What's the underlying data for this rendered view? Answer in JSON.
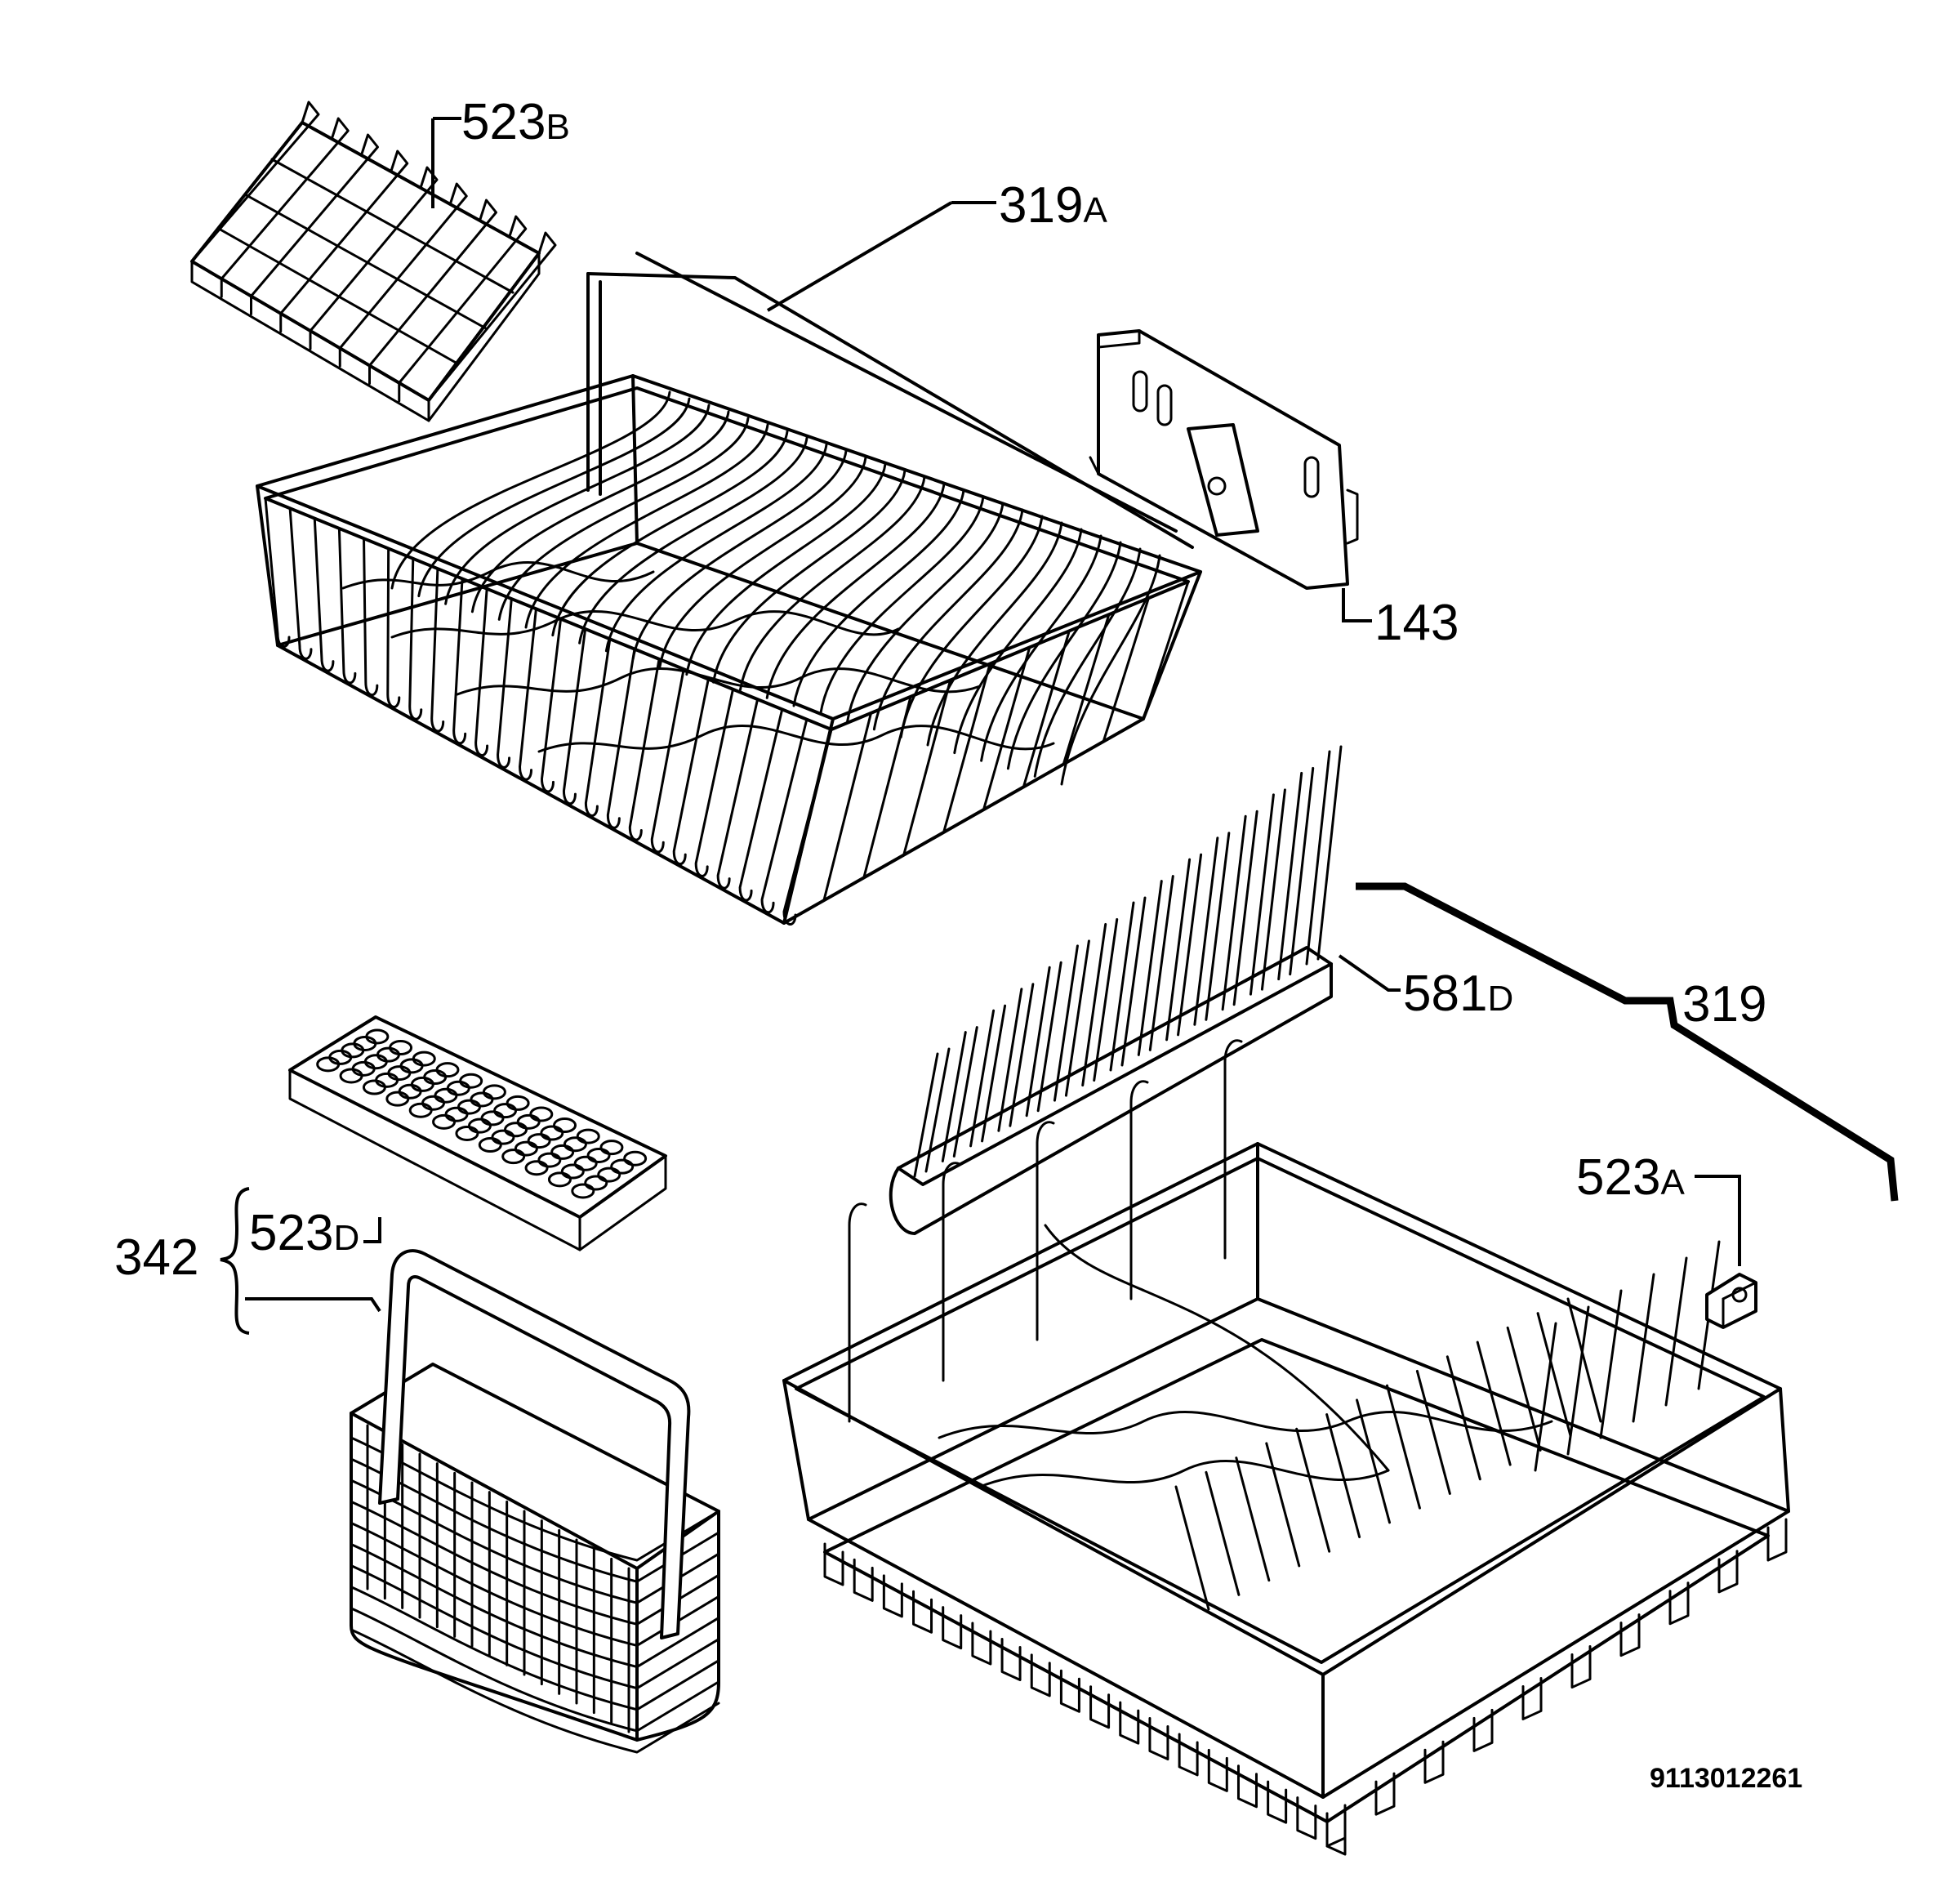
{
  "labels": {
    "l523b": {
      "num": "523",
      "suffix": "B"
    },
    "l319a": {
      "num": "319",
      "suffix": "A"
    },
    "l143": {
      "num": "143",
      "suffix": ""
    },
    "l581d": {
      "num": "581",
      "suffix": "D"
    },
    "l319": {
      "num": "319",
      "suffix": ""
    },
    "l523a": {
      "num": "523",
      "suffix": "A"
    },
    "l342": {
      "num": "342",
      "suffix": ""
    },
    "l523d": {
      "num": "523",
      "suffix": "D"
    }
  },
  "doc_number": "9113012261"
}
